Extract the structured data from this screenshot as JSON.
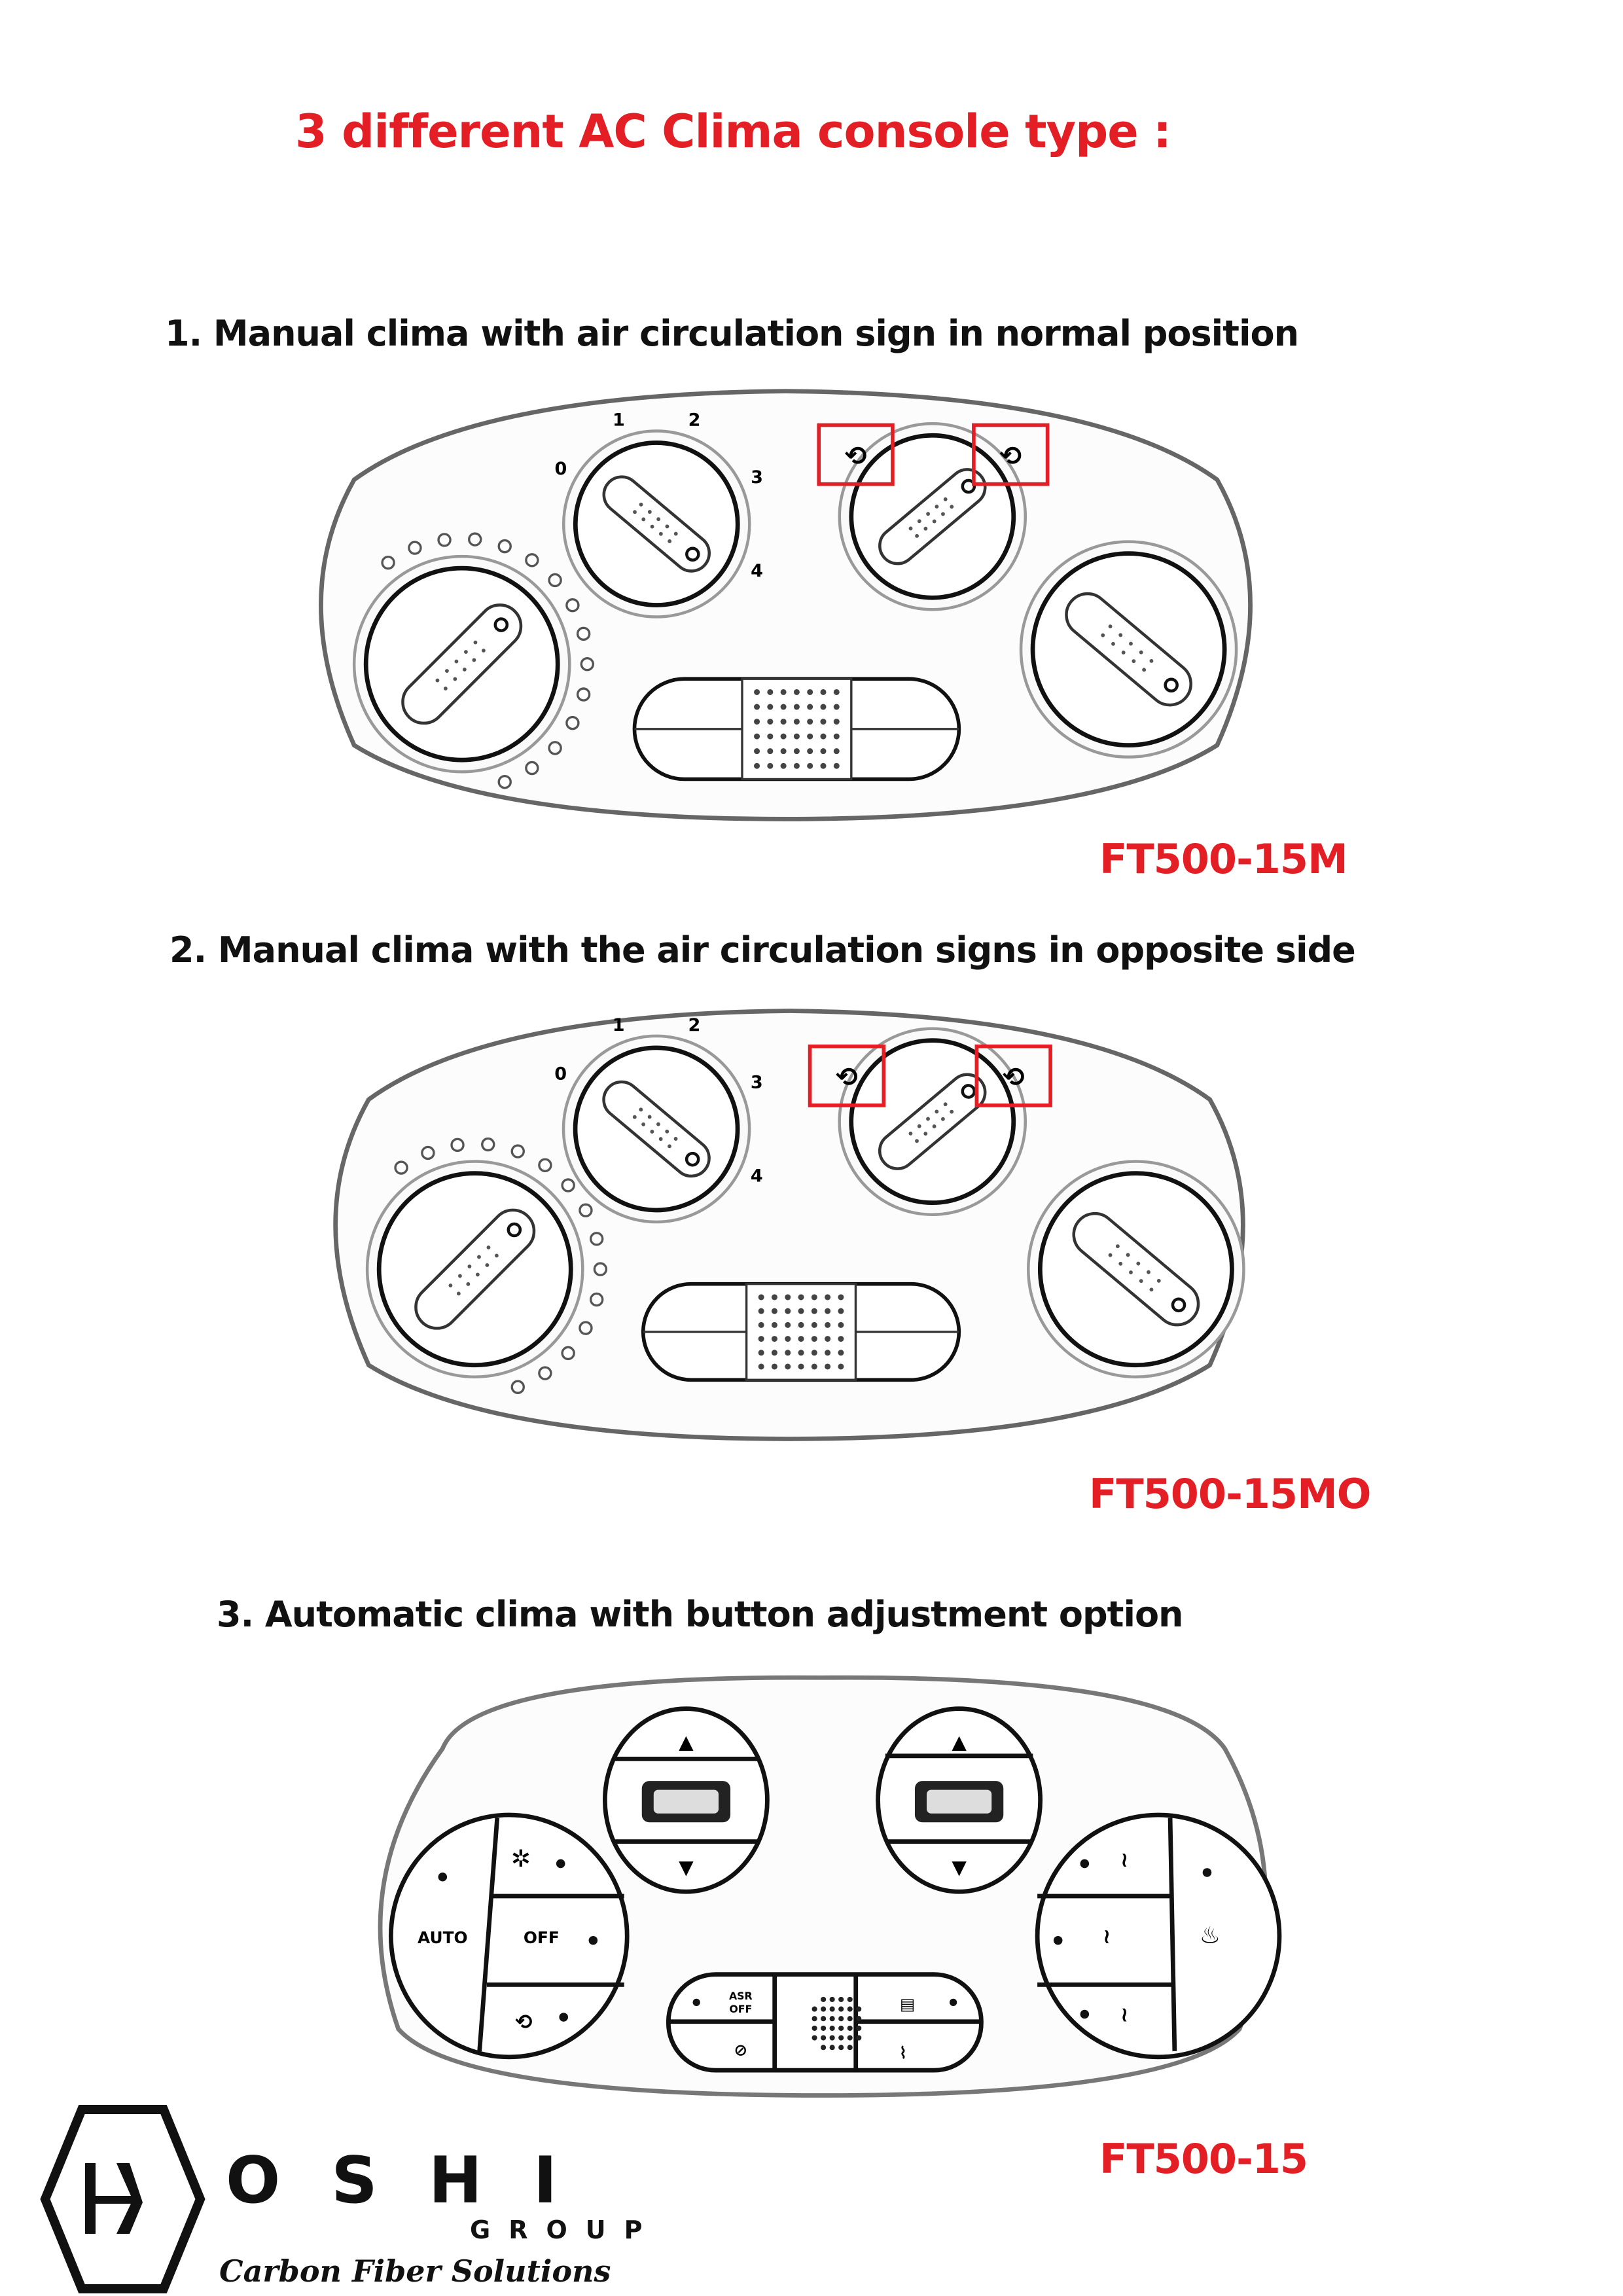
{
  "title": "3 different AC Clima console type :",
  "sections": [
    {
      "heading": "1. Manual clima with air circulation sign in normal position",
      "code": "FT500-15M"
    },
    {
      "heading": "2. Manual clima with the air circulation signs in opposite side",
      "code": "FT500-15MO"
    },
    {
      "heading": "3. Automatic clima with button adjustment option",
      "code": "FT500-15"
    }
  ],
  "manual_console": {
    "fan_speeds": [
      "0",
      "1",
      "2",
      "3",
      "4"
    ]
  },
  "auto_console": {
    "auto_label": "AUTO",
    "off_label": "OFF",
    "asr_label_1": "ASR",
    "asr_label_2": "OFF",
    "up_arrow": "▲",
    "down_arrow": "▼"
  },
  "colors": {
    "accent": "#e31e24",
    "ink": "#111111"
  },
  "logo": {
    "letter": "K",
    "word": "OSHI",
    "group": "GROUP",
    "tagline": "Carbon Fiber Solutions"
  }
}
